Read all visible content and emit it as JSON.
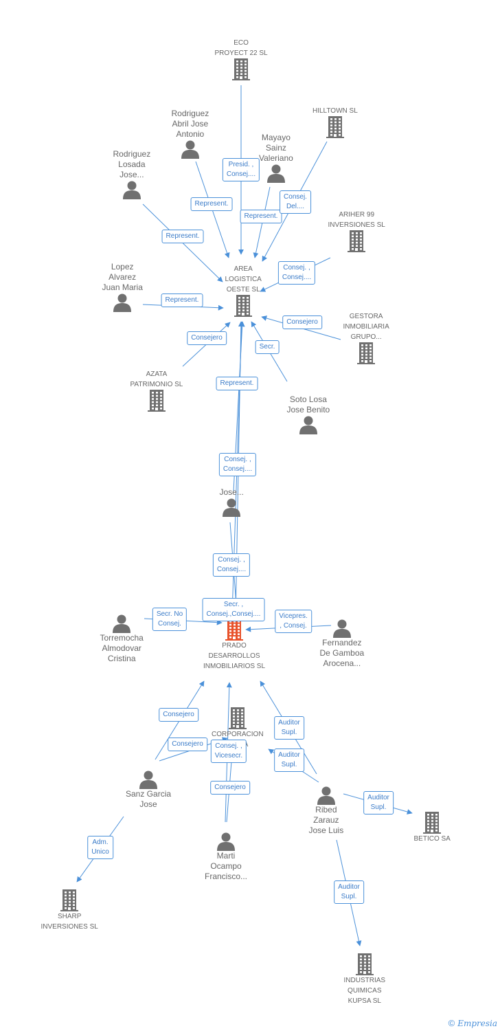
{
  "colors": {
    "edge": "#4a90d9",
    "node_icon": "#707070",
    "focus_icon": "#e8532c",
    "label_text": "#666666"
  },
  "nodes": [
    {
      "id": "eco",
      "type": "company",
      "label": "ECO\nPROYECT 22 SL",
      "label_pos": "above"
    },
    {
      "id": "hilltown",
      "type": "company",
      "label": "HILLTOWN  SL",
      "label_pos": "above"
    },
    {
      "id": "rodriguez_abril",
      "type": "person",
      "label": "Rodriguez\nAbril Jose\nAntonio",
      "label_pos": "above"
    },
    {
      "id": "mayayo",
      "type": "person",
      "label": "Mayayo\nSainz\nValeriano",
      "label_pos": "above"
    },
    {
      "id": "rodriguez_losada",
      "type": "person",
      "label": "Rodriguez\nLosada\nJose...",
      "label_pos": "above"
    },
    {
      "id": "ariher",
      "type": "company",
      "label": "ARIHER 99\nINVERSIONES SL",
      "label_pos": "above"
    },
    {
      "id": "area",
      "type": "company",
      "label": "AREA\nLOGISTICA\nOESTE SL",
      "label_pos": "above"
    },
    {
      "id": "lopez",
      "type": "person",
      "label": "Lopez\nAlvarez\nJuan Maria",
      "label_pos": "above"
    },
    {
      "id": "gestora",
      "type": "company",
      "label": "GESTORA\nINMOBILIARIA\nGRUPO...",
      "label_pos": "above"
    },
    {
      "id": "azata",
      "type": "company",
      "label": "AZATA\nPATRIMONIO SL",
      "label_pos": "above"
    },
    {
      "id": "soto",
      "type": "person",
      "label": "Soto Losa\nJose Benito",
      "label_pos": "above"
    },
    {
      "id": "jose",
      "type": "person",
      "label": "Jose...",
      "label_pos": "above"
    },
    {
      "id": "prado",
      "type": "company",
      "label": "PRADO\nDESARROLLOS\nINMOBILIARIOS SL",
      "label_pos": "below",
      "focus": true
    },
    {
      "id": "torremocha",
      "type": "person",
      "label": "Torremocha\nAlmodovar\nCristina",
      "label_pos": "below"
    },
    {
      "id": "fernandez",
      "type": "person",
      "label": "Fernandez\nDe Gamboa\nArocena...",
      "label_pos": "below"
    },
    {
      "id": "corporacion",
      "type": "company",
      "label": "CORPORACION\n...S SA",
      "label_pos": "below"
    },
    {
      "id": "sanz",
      "type": "person",
      "label": "Sanz Garcia\nJose",
      "label_pos": "below"
    },
    {
      "id": "ribed",
      "type": "person",
      "label": "Ribed\nZarauz\nJose Luis",
      "label_pos": "below"
    },
    {
      "id": "betico",
      "type": "company",
      "label": "BETICO SA",
      "label_pos": "below"
    },
    {
      "id": "marti",
      "type": "person",
      "label": "Marti\nOcampo\nFrancisco...",
      "label_pos": "below"
    },
    {
      "id": "sharp",
      "type": "company",
      "label": "SHARP\nINVERSIONES SL",
      "label_pos": "below"
    },
    {
      "id": "industrias",
      "type": "company",
      "label": "INDUSTRIAS\nQUIMICAS\nKUPSA SL",
      "label_pos": "below"
    }
  ],
  "edges": [
    {
      "from": "eco",
      "to": "area",
      "label": "Presid. ,\nConsej...."
    },
    {
      "from": "rodriguez_abril",
      "to": "area",
      "label": "Represent."
    },
    {
      "from": "mayayo",
      "to": "area",
      "label": "Represent."
    },
    {
      "from": "hilltown",
      "to": "area",
      "label": "Consej.\nDel...."
    },
    {
      "from": "rodriguez_losada",
      "to": "area",
      "label": "Represent."
    },
    {
      "from": "ariher",
      "to": "area",
      "label": "Consej. ,\nConsej...."
    },
    {
      "from": "lopez",
      "to": "area",
      "label": "Represent."
    },
    {
      "from": "gestora",
      "to": "area",
      "label": "Consejero"
    },
    {
      "from": "azata",
      "to": "area",
      "label": "Consejero"
    },
    {
      "from": "soto",
      "to": "area",
      "label": "Secr."
    },
    {
      "from": "prado",
      "to": "area",
      "label": "Represent."
    },
    {
      "from": "jose",
      "to": "area",
      "label": "Consej. ,\nConsej...."
    },
    {
      "from": "jose",
      "to": "prado",
      "label": "Consej. ,\nConsej...."
    },
    {
      "from": "area",
      "to": "prado",
      "label": "Secr. ,\nConsej.,Consej...."
    },
    {
      "from": "torremocha",
      "to": "prado",
      "label": "Secr.  No\nConsej."
    },
    {
      "from": "fernandez",
      "to": "prado",
      "label": "Vicepres.\n, Consej."
    },
    {
      "from": "sanz",
      "to": "prado",
      "label": "Consejero"
    },
    {
      "from": "sanz",
      "to": "corporacion",
      "label": "Consejero"
    },
    {
      "from": "marti",
      "to": "prado",
      "label": "Consej. ,\nVicesecr."
    },
    {
      "from": "marti",
      "to": "corporacion",
      "label": "Consejero"
    },
    {
      "from": "ribed",
      "to": "prado",
      "label": "Auditor\nSupl."
    },
    {
      "from": "ribed",
      "to": "corporacion",
      "label": "Auditor\nSupl."
    },
    {
      "from": "ribed",
      "to": "betico",
      "label": "Auditor\nSupl."
    },
    {
      "from": "ribed",
      "to": "industrias",
      "label": "Auditor\nSupl."
    },
    {
      "from": "sanz",
      "to": "sharp",
      "label": "Adm.\nUnico"
    }
  ],
  "footer": {
    "copyright": "©",
    "brand": "Empresia"
  }
}
